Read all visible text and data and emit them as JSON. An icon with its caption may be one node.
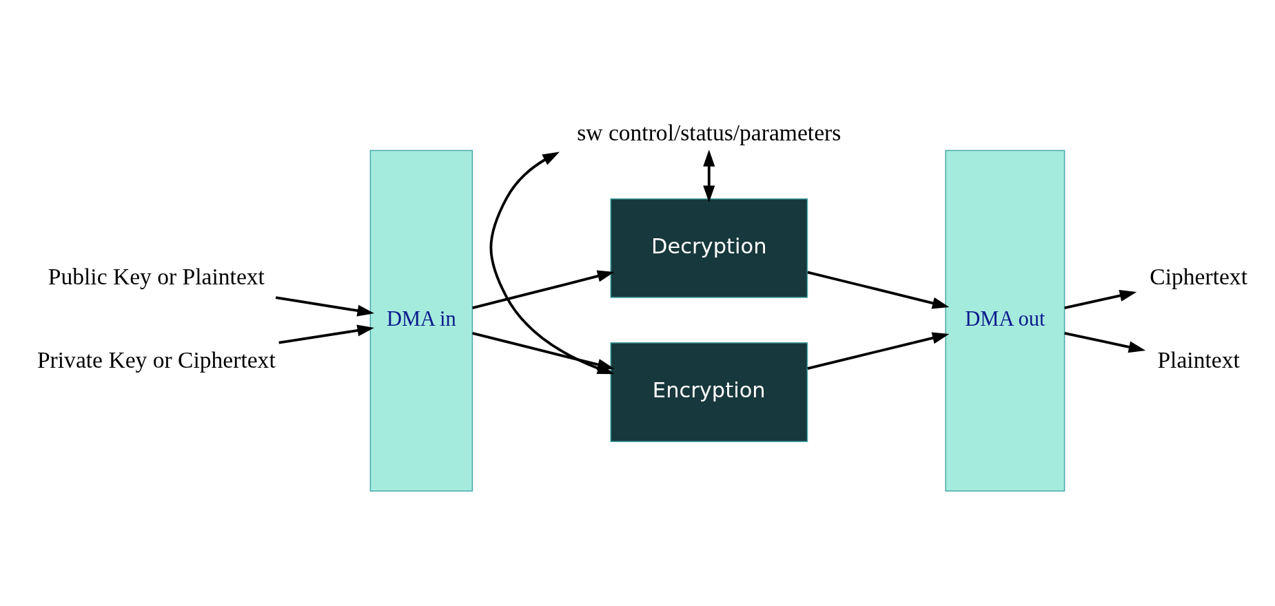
{
  "diagram": {
    "nodes": [
      {
        "text": [
          "Public Key or Plaintext"
        ]
      },
      {
        "text": [
          "Private Key or Ciphertext"
        ]
      },
      {
        "text": [
          "DMA in"
        ]
      },
      {
        "text": [
          "Encryption"
        ]
      },
      {
        "text": [
          "Decryption"
        ]
      },
      {
        "text": [
          "DMA out"
        ]
      },
      {
        "text": [
          "Ciphertext"
        ]
      },
      {
        "text": [
          "Plaintext"
        ]
      },
      {
        "text": [
          "sw control/status/parameters"
        ]
      }
    ],
    "edges": [
      {
        "from": 0,
        "to": 2,
        "arrow": "to"
      },
      {
        "from": 1,
        "to": 2,
        "arrow": "to"
      },
      {
        "from": 2,
        "to": 3,
        "arrow": "to"
      },
      {
        "from": 2,
        "to": 4,
        "arrow": "to"
      },
      {
        "from": 3,
        "to": 5,
        "arrow": "to"
      },
      {
        "from": 4,
        "to": 5,
        "arrow": "to"
      },
      {
        "from": 5,
        "to": 6,
        "arrow": "to"
      },
      {
        "from": 5,
        "to": 7,
        "arrow": "to"
      },
      {
        "from": 8,
        "to": 3,
        "arrow": "both"
      },
      {
        "from": 8,
        "to": 4,
        "arrow": "both"
      }
    ]
  }
}
